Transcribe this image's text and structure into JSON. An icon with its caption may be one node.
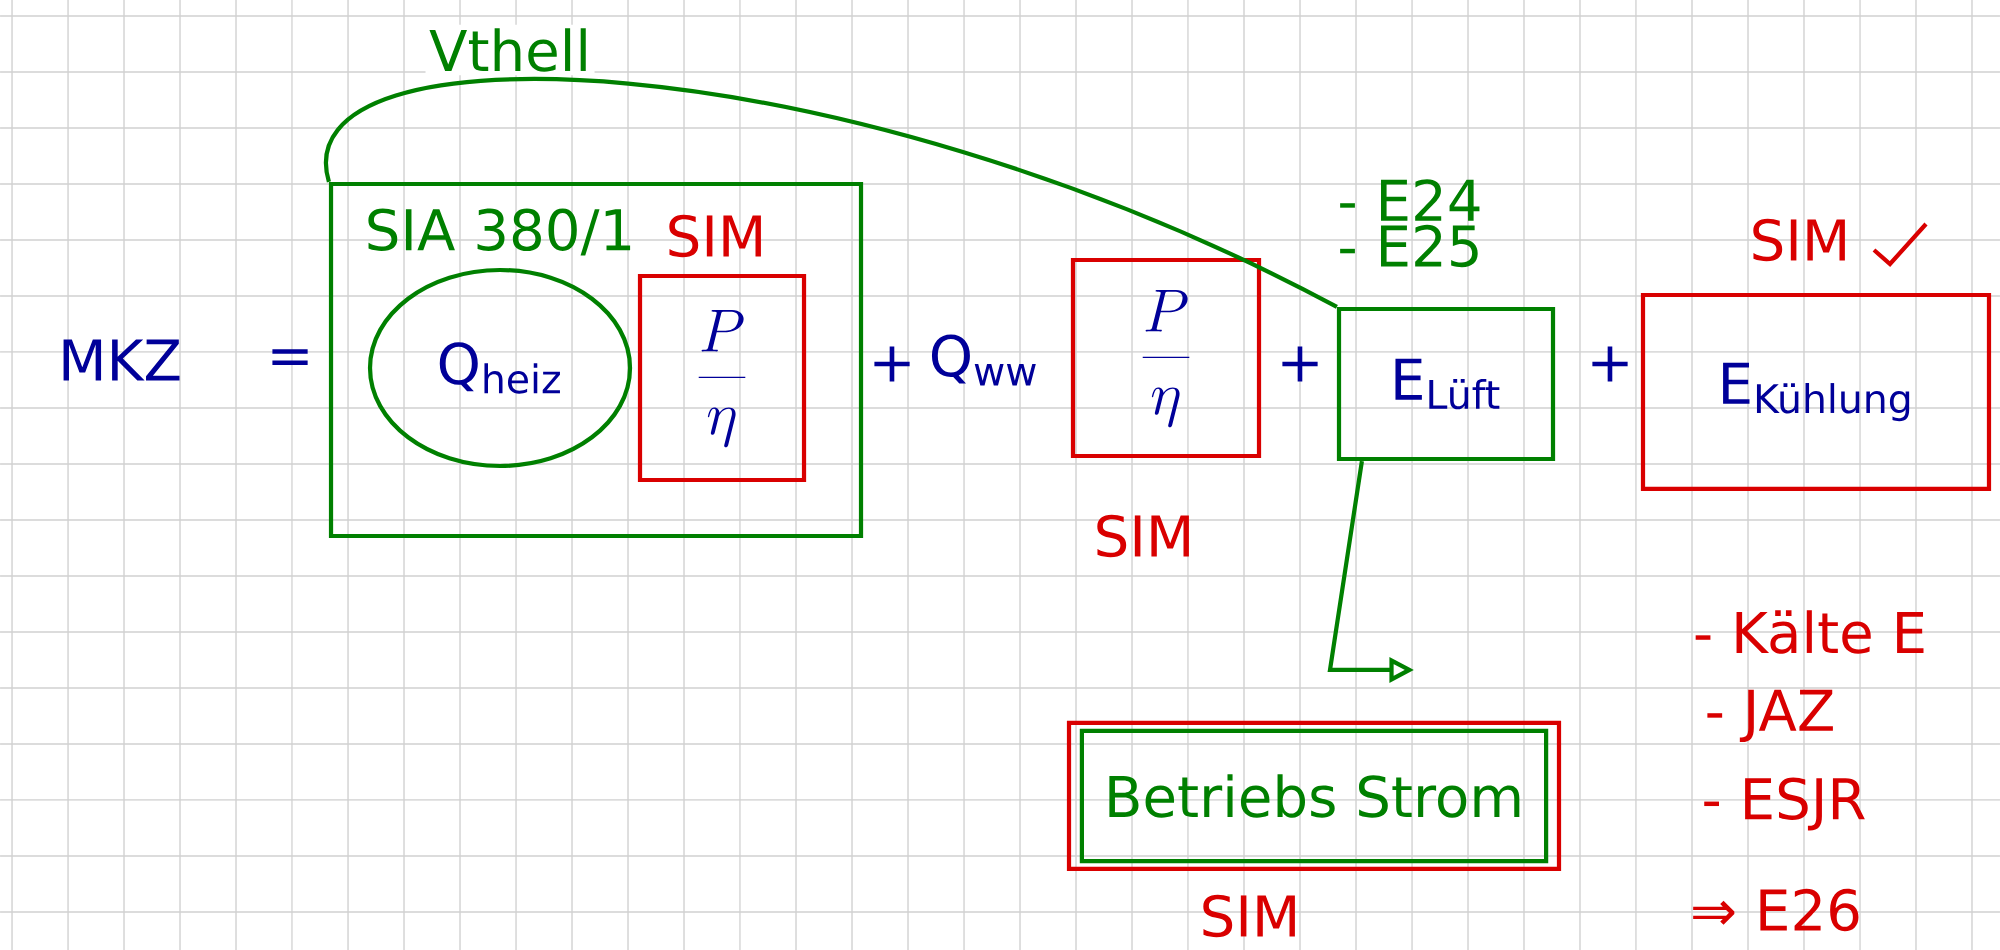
{
  "diagram": {
    "nodes": [
      {
        "text": [
          "SIA 380/1"
        ]
      },
      {
        "text": [
          "Q$_{heiz}$"
        ],
        "in": 0
      },
      {
        "text": [
          "\\frac{P}{\\eta}"
        ],
        "beside": [
          "SIM"
        ],
        "in": 0
      },
      {
        "text": [
          "\\frac{P}{\\eta}"
        ],
        "beside": [
          "SIM"
        ]
      },
      {
        "text": [
          "E$_{Lüft}$"
        ],
        "beside": [
          "- E24",
          "- E25"
        ]
      },
      {
        "text": [
          "E$_{Kühlung}$"
        ],
        "beside": [
          "SIM"
        ]
      },
      {
        "text": [
          "Betriebs Strom"
        ],
        "beside": [
          "SIM"
        ]
      }
    ],
    "edges": [
      {
        "from": 0,
        "to": 4,
        "arrow": "none",
        "label": "Vthell"
      },
      {
        "from": 4,
        "to": null,
        "arrow": "to"
      }
    ],
    "labels": [
      "MKZ",
      "=",
      "+",
      "Q$_{ww}$",
      "+",
      "+",
      "- Kälte E",
      "- JAZ",
      "- ESJR",
      "⇒ E26"
    ]
  }
}
